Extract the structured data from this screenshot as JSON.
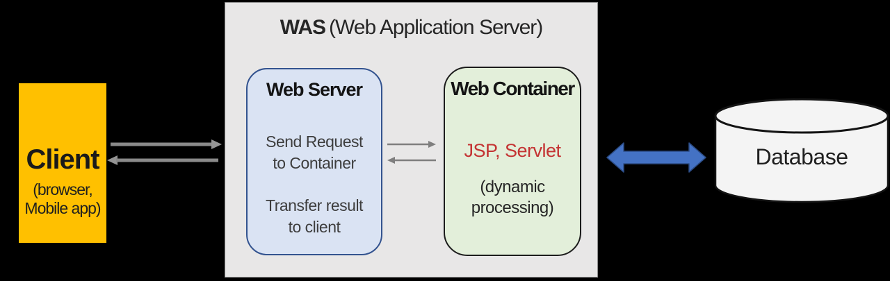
{
  "was": {
    "title_bold": "WAS",
    "title_rest": "(Web Application Server)"
  },
  "client": {
    "title": "Client",
    "subtitle_line1": "(browser,",
    "subtitle_line2": "Mobile app)"
  },
  "web_server": {
    "title": "Web Server",
    "line1": "Send Request",
    "line2": "to Container",
    "line3": "Transfer result",
    "line4": "to client"
  },
  "web_container": {
    "title": "Web Container",
    "tech": "JSP, Servlet",
    "note_line1": "(dynamic",
    "note_line2": "processing)"
  },
  "database": {
    "label": "Database"
  },
  "colors": {
    "background": "#000000",
    "client_fill": "#ffc000",
    "was_panel_fill": "#e8e7e7",
    "web_server_fill": "#dae3f3",
    "web_server_border": "#33538f",
    "web_container_fill": "#e3efda",
    "web_container_border": "#1c1c1c",
    "tech_text": "#c43333",
    "gray_arrow": "#8a8a8a",
    "db_arrow_fill": "#4472c4",
    "db_arrow_border": "#2c4d87",
    "db_cylinder_fill": "#f4f4f4"
  }
}
